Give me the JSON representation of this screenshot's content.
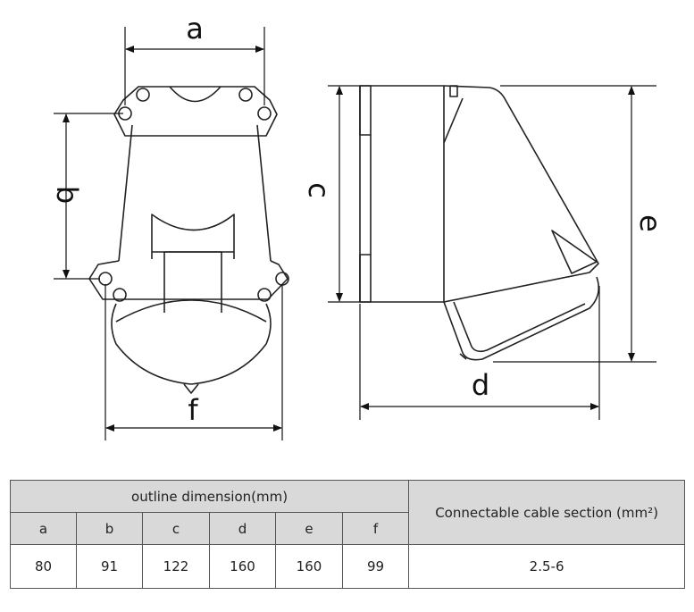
{
  "drawing": {
    "labels": {
      "a": "a",
      "b": "b",
      "c": "c",
      "d": "d",
      "e": "e",
      "f": "f"
    }
  },
  "table": {
    "group_header": "outline dimension(mm)",
    "cable_header": "Connectable cable section (mm²)",
    "columns": [
      "a",
      "b",
      "c",
      "d",
      "e",
      "f"
    ],
    "values": [
      "80",
      "91",
      "122",
      "160",
      "160",
      "99"
    ],
    "cable_value": "2.5-6"
  }
}
